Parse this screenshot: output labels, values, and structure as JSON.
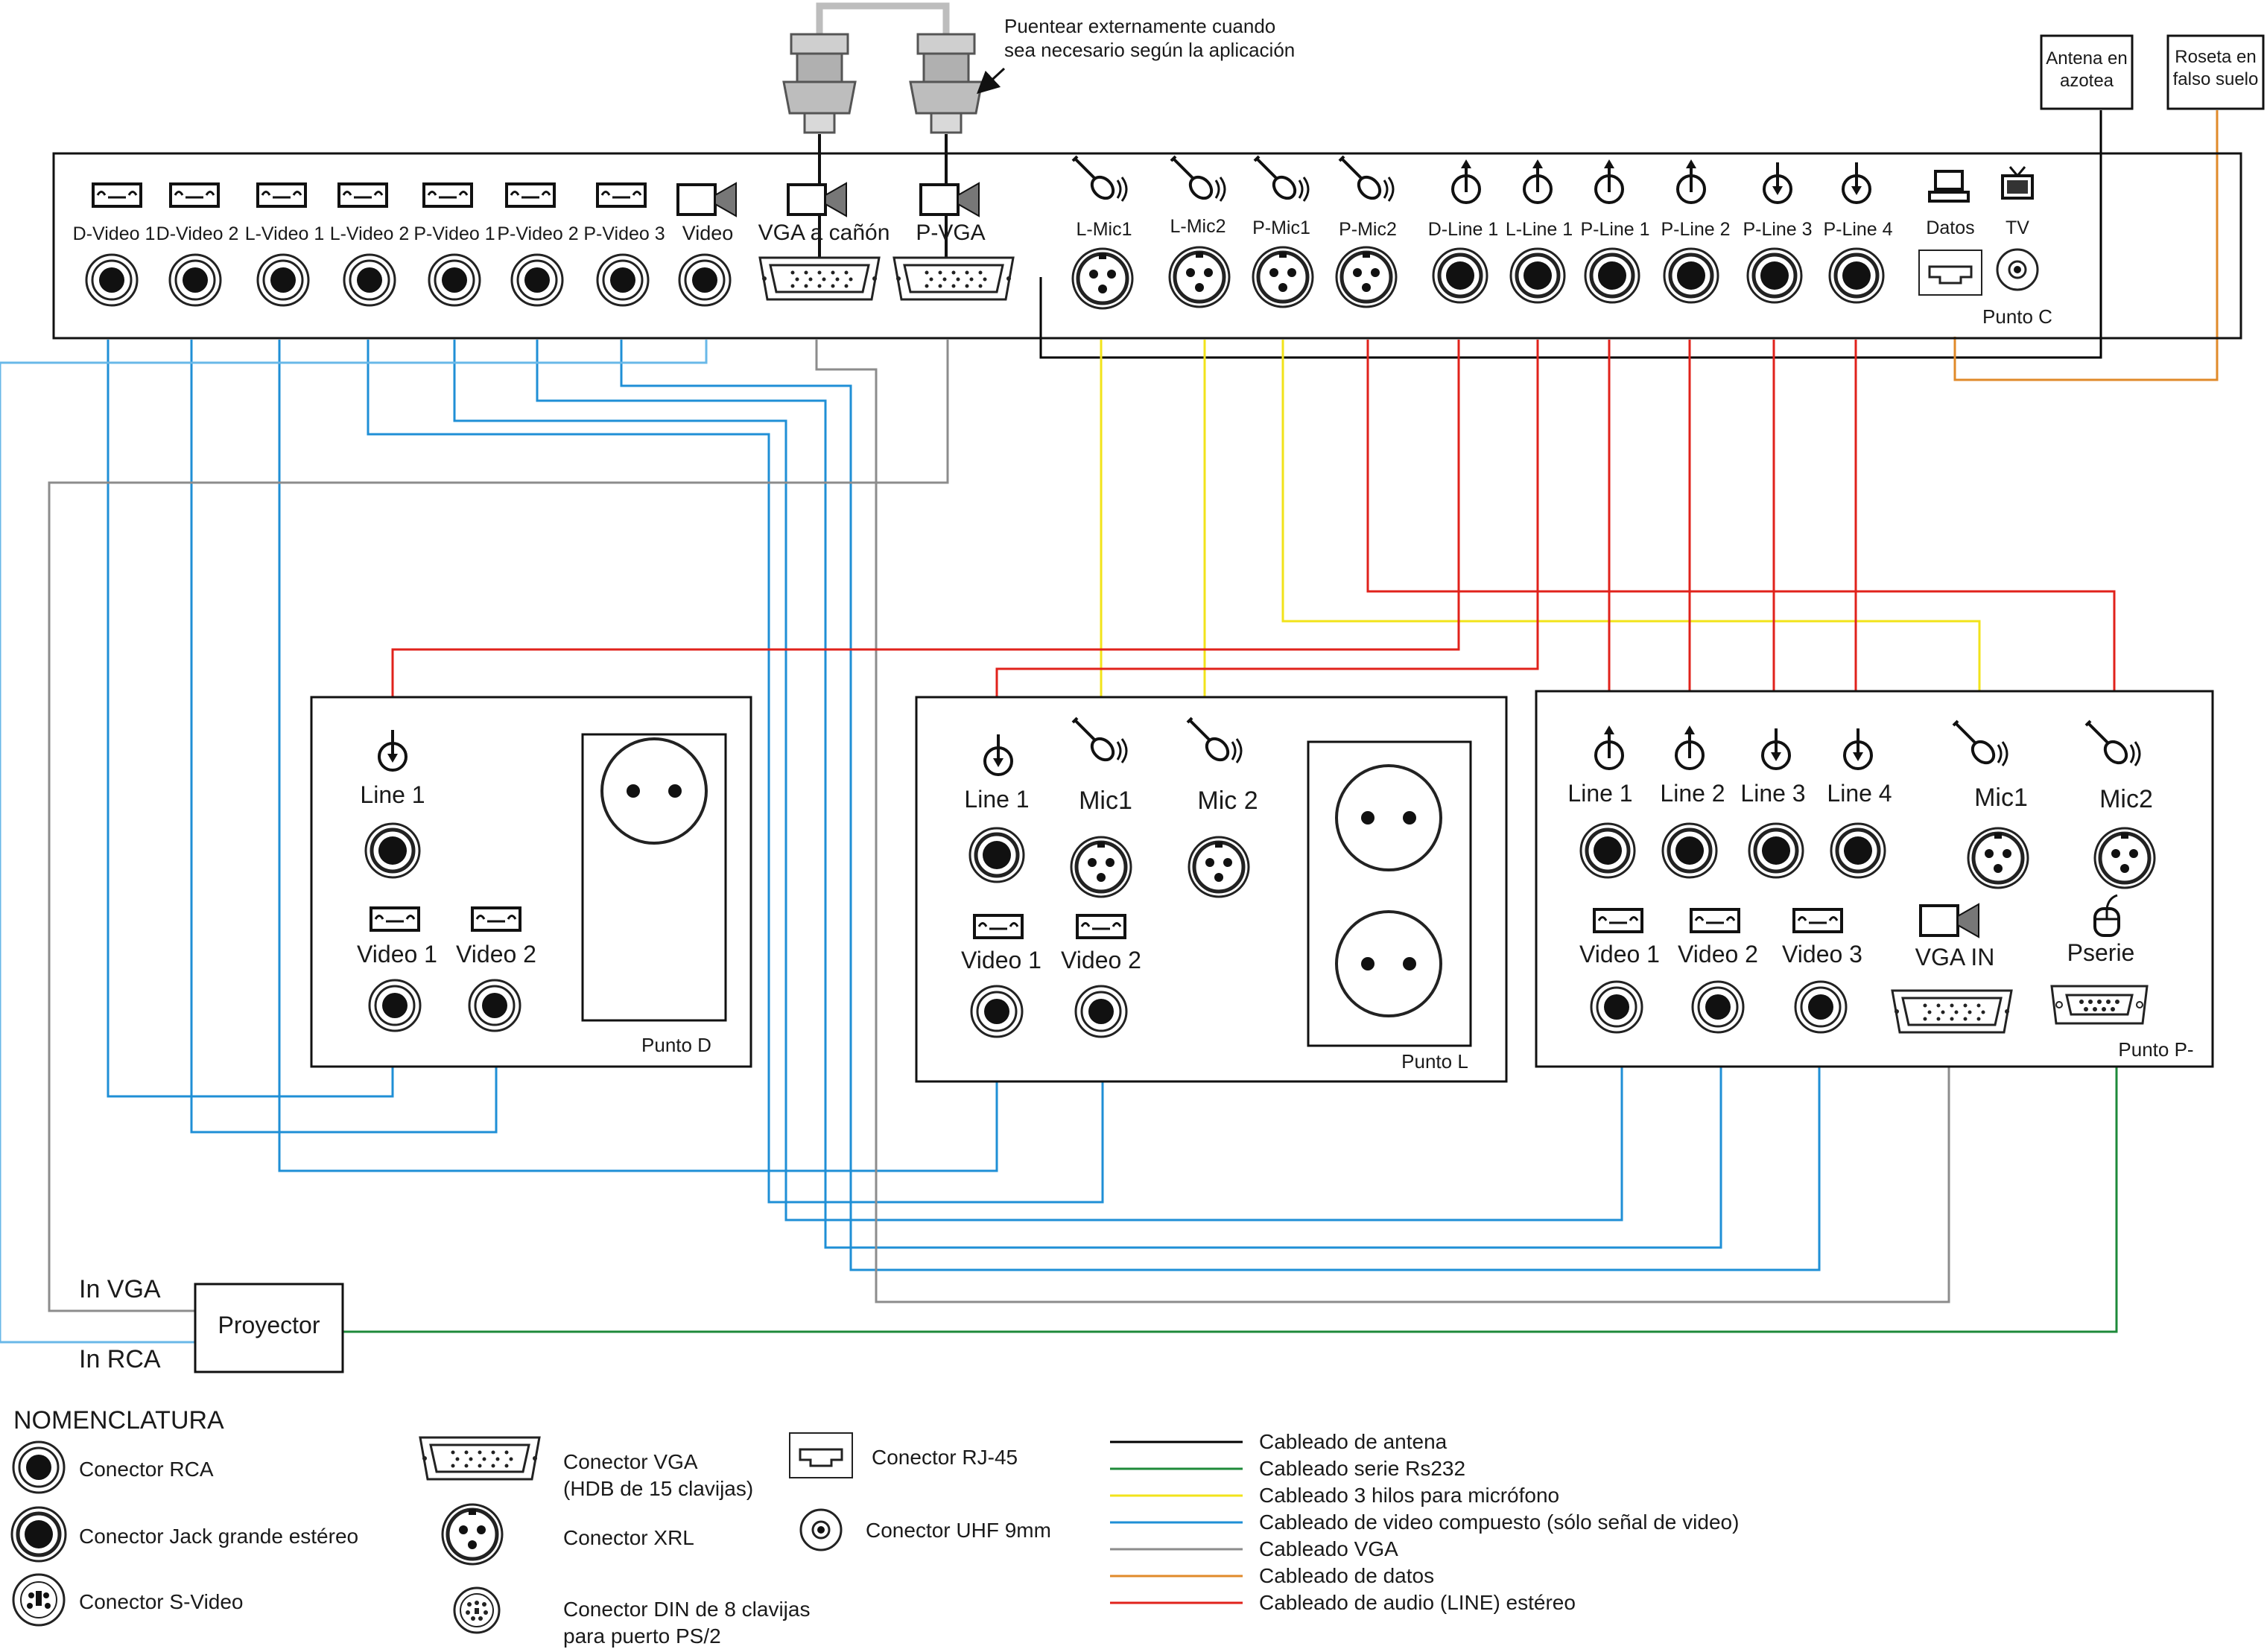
{
  "annotations": {
    "bridge_note_1": "Puentear externamente cuando",
    "bridge_note_2": "sea necesario según la aplicación"
  },
  "boxes": {
    "antena": {
      "line1": "Antena en",
      "line2": "azotea"
    },
    "roseta": {
      "line1": "Roseta en",
      "line2": "falso suelo"
    },
    "proyector": "Proyector",
    "in_vga": "In VGA",
    "in_rca": "In RCA"
  },
  "panel_c": {
    "name": "Punto C",
    "video_labels": [
      "D-Video 1",
      "D-Video 2",
      "L-Video 1",
      "L-Video 2",
      "P-Video 1",
      "P-Video 2",
      "P-Video 3",
      "Video"
    ],
    "vga_labels": [
      "VGA a cañón",
      "P-VGA"
    ],
    "mic_labels": [
      "L-Mic1",
      "L-Mic2",
      "P-Mic1",
      "P-Mic2"
    ],
    "line_labels": [
      "D-Line 1",
      "L-Line 1",
      "P-Line 1",
      "P-Line 2",
      "P-Line 3",
      "P-Line 4"
    ],
    "datos": "Datos",
    "tv": "TV"
  },
  "panel_d": {
    "name": "Punto D",
    "line1": "Line 1",
    "videos": [
      "Video 1",
      "Video 2"
    ]
  },
  "panel_l": {
    "name": "Punto L",
    "line1": "Line 1",
    "mics": [
      "Mic1",
      "Mic 2"
    ],
    "videos": [
      "Video 1",
      "Video 2"
    ]
  },
  "panel_p": {
    "name": "Punto P-",
    "lines": [
      "Line 1",
      "Line 2",
      "Line 3",
      "Line 4"
    ],
    "mics": [
      "Mic1",
      "Mic2"
    ],
    "videos": [
      "Video 1",
      "Video 2",
      "Video 3"
    ],
    "vga_in": "VGA IN",
    "pserie": "Pserie"
  },
  "legend": {
    "title": "NOMENCLATURA",
    "connectors": {
      "rca": "Conector RCA",
      "jack": "Conector Jack grande estéreo",
      "svideo": "Conector S-Video",
      "vga_1": "Conector VGA",
      "vga_2": "(HDB de 15 clavijas)",
      "xrl": "Conector XRL",
      "din_1": "Conector DIN de 8 clavijas",
      "din_2": "para puerto PS/2",
      "rj45": "Conector RJ-45",
      "uhf": "Conector UHF 9mm"
    },
    "cables": [
      {
        "label": "Cableado de antena",
        "color": "#000000"
      },
      {
        "label": "Cableado  serie Rs232",
        "color": "#1e8a3a"
      },
      {
        "label": "Cableado 3 hilos para micrófono",
        "color": "#f2e31a"
      },
      {
        "label": "Cableado de video compuesto (sólo señal de video)",
        "color": "#1f8fd6"
      },
      {
        "label": "Cableado VGA",
        "color": "#8c8c8c"
      },
      {
        "label": "Cableado de datos",
        "color": "#e08a2a"
      },
      {
        "label": "Cableado de audio (LINE) estéreo",
        "color": "#e0221b"
      }
    ]
  },
  "colors": {
    "antenna": "#000000",
    "serial": "#1e8a3a",
    "mic": "#f2e31a",
    "video": "#1f8fd6",
    "video_light": "#69b8e8",
    "vga": "#8c8c8c",
    "data": "#e08a2a",
    "audio": "#e0221b"
  }
}
